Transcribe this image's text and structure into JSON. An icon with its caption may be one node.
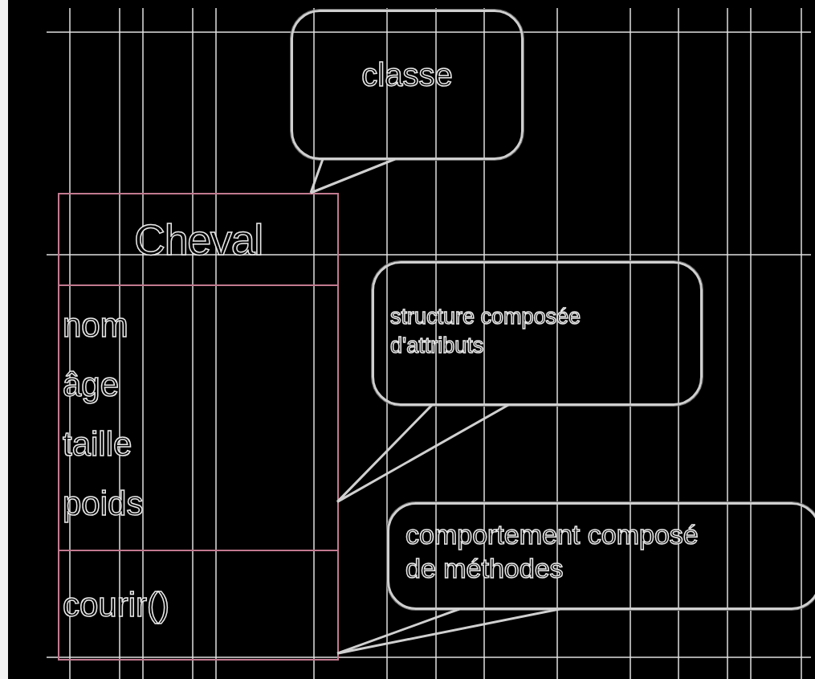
{
  "diagram": {
    "nodes": [
      {
        "text": [
          "classe"
        ]
      },
      {
        "text": [],
        "shape": "box"
      },
      {
        "text": [
          "Cheval"
        ],
        "in": 1
      },
      {
        "text": [
          "nom",
          "âge",
          "taille",
          "poids"
        ],
        "in": 1
      },
      {
        "text": [
          "courir()"
        ],
        "in": 1
      },
      {
        "text": [
          "structure composée d'attributs"
        ]
      },
      {
        "text": [
          "comportement composé de méthodes"
        ]
      }
    ],
    "edges": [
      {
        "from": 0,
        "to": 1,
        "arrow": "none"
      },
      {
        "from": 5,
        "to": 3,
        "arrow": "none"
      },
      {
        "from": 6,
        "to": 4,
        "arrow": "none"
      }
    ]
  }
}
